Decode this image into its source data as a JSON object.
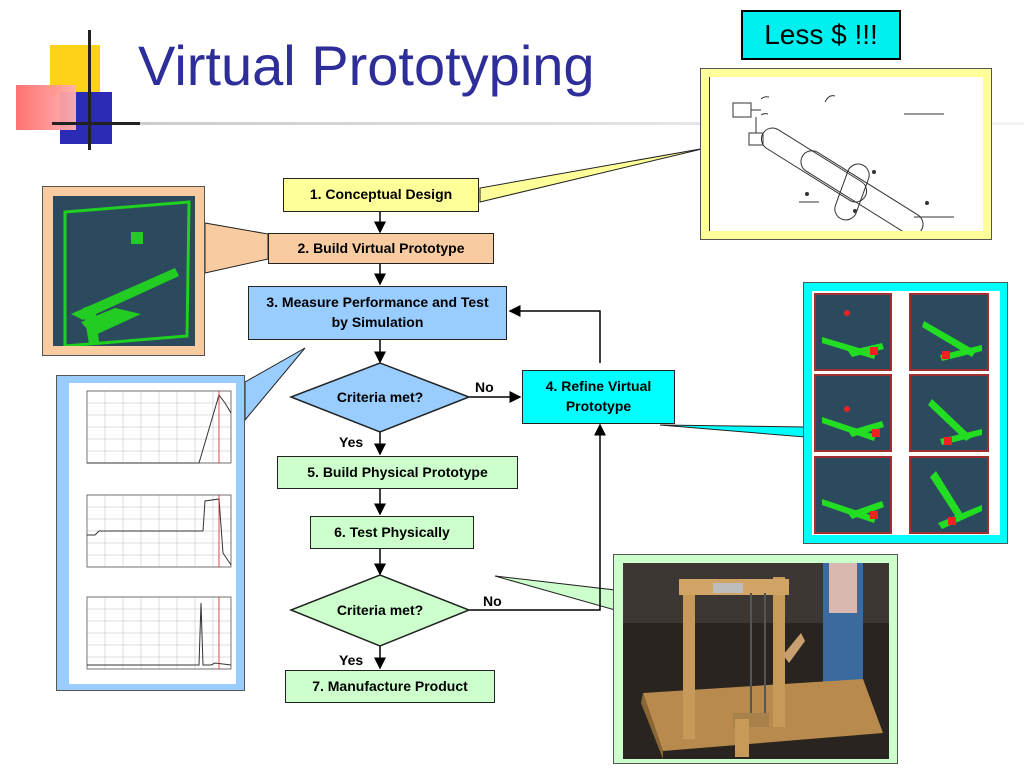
{
  "slide": {
    "title": "Virtual Prototyping",
    "callout": "Less $ !!!"
  },
  "flow": {
    "step1": "1. Conceptual Design",
    "step2": "2. Build Virtual Prototype",
    "step3": "3. Measure Performance and Test by Simulation",
    "decision1": "Criteria met?",
    "step4": "4. Refine Virtual Prototype",
    "step5": "5. Build Physical Prototype",
    "step6": "6. Test Physically",
    "decision2": "Criteria met?",
    "step7": "7. Manufacture Product",
    "yes1": "Yes",
    "no1": "No",
    "yes2": "Yes",
    "no2": "No"
  },
  "colors": {
    "title": "#2e2e9a",
    "yellow_box": "#ffff99",
    "orange_box": "#f8cba0",
    "blue_box": "#99ccff",
    "cyan_box": "#00ffff",
    "green_box": "#ccffcc"
  }
}
